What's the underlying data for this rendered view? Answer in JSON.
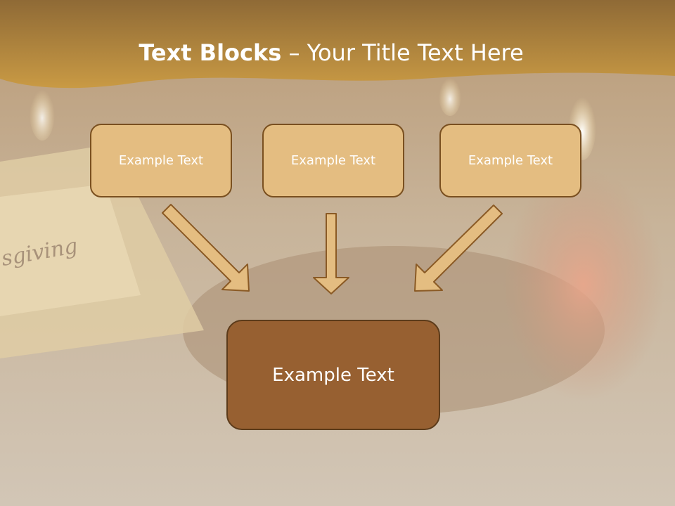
{
  "title": {
    "bold_part": "Text Blocks",
    "dash": " – ",
    "rest": "Your Title Text Here"
  },
  "top_boxes": [
    {
      "label": "Example Text"
    },
    {
      "label": "Example Text"
    },
    {
      "label": "Example Text"
    }
  ],
  "bottom_box": {
    "label": "Example Text"
  },
  "background_text": "sgiving",
  "colors": {
    "header_band": "#c08f3a",
    "top_box_fill": "#e4bd81",
    "bottom_box_fill": "#976031",
    "arrow_fill": "#e4bd81",
    "border": "#7a5020"
  }
}
